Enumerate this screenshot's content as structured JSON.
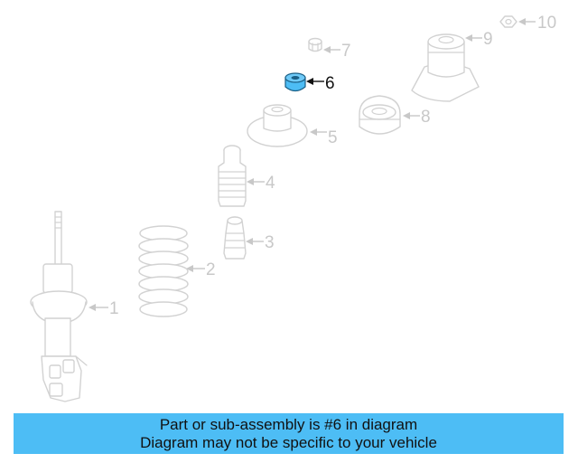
{
  "callouts": {
    "p1": "1",
    "p2": "2",
    "p3": "3",
    "p4": "4",
    "p5": "5",
    "p6": "6",
    "p7": "7",
    "p8": "8",
    "p9": "9",
    "p10": "10"
  },
  "highlight": {
    "part_number": "6",
    "color": "#4dbdf5"
  },
  "banner": {
    "line1": "Part or sub-assembly is #6 in diagram",
    "line2": "Diagram may not be specific to your vehicle",
    "background": "#4dbdf5"
  }
}
